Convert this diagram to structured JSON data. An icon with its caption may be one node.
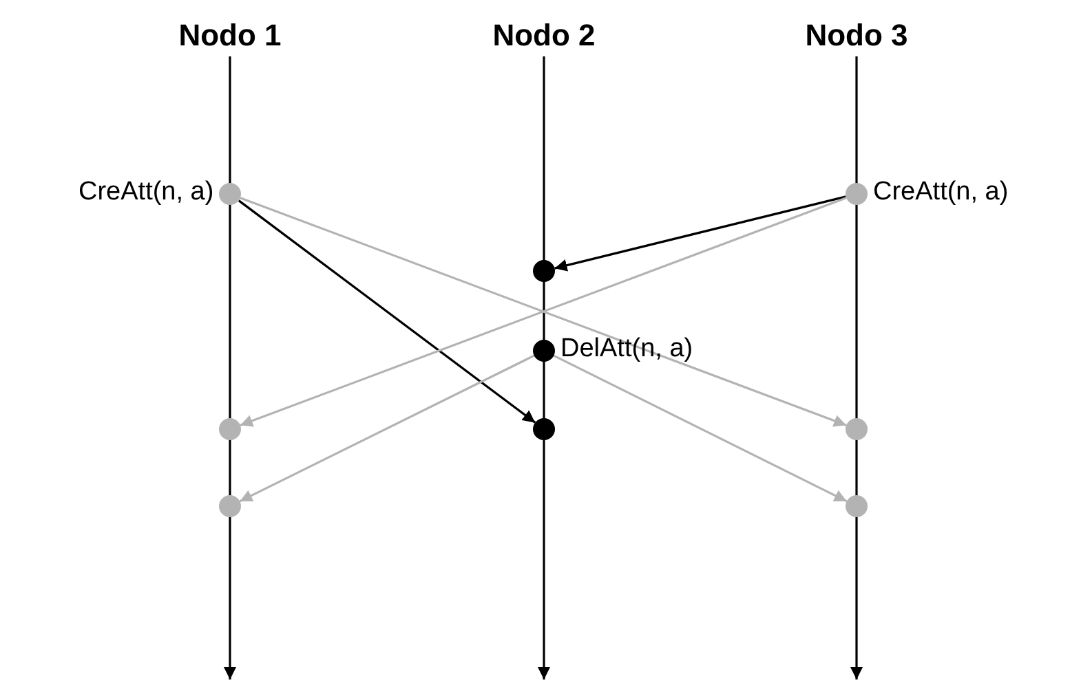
{
  "diagram": {
    "nodes": [
      {
        "text": [
          "Nodo 1"
        ]
      },
      {
        "text": [
          "Nodo 2"
        ]
      },
      {
        "text": [
          "Nodo 3"
        ]
      },
      {
        "text": [],
        "shape": "circle",
        "beside": [
          "CreAtt(n, a)"
        ]
      },
      {
        "text": [],
        "shape": "circle",
        "beside": [
          "CreAtt(n, a)"
        ]
      },
      {
        "text": [],
        "shape": "circle"
      },
      {
        "text": [],
        "shape": "circle",
        "beside": [
          "DelAtt(n, a)"
        ]
      },
      {
        "text": [],
        "shape": "circle"
      },
      {
        "text": [],
        "shape": "circle"
      },
      {
        "text": [],
        "shape": "circle"
      },
      {
        "text": [],
        "shape": "circle"
      },
      {
        "text": [],
        "shape": "circle"
      }
    ],
    "edges": [
      {
        "from": 0,
        "to": null,
        "arrow": "to"
      },
      {
        "from": 1,
        "to": null,
        "arrow": "to"
      },
      {
        "from": 2,
        "to": null,
        "arrow": "to"
      },
      {
        "from": 3,
        "to": 8,
        "arrow": "to"
      },
      {
        "from": 3,
        "to": 9,
        "arrow": "to",
        "color": "#b3b3b3"
      },
      {
        "from": 4,
        "to": 5,
        "arrow": "to"
      },
      {
        "from": 4,
        "to": 7,
        "arrow": "to",
        "color": "#b3b3b3"
      },
      {
        "from": 6,
        "to": 10,
        "arrow": "to",
        "color": "#b3b3b3"
      },
      {
        "from": 6,
        "to": 11,
        "arrow": "to",
        "color": "#b3b3b3"
      }
    ]
  }
}
